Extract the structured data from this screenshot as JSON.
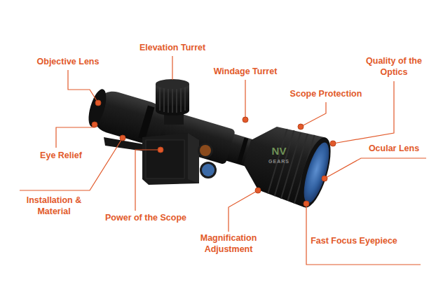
{
  "diagram": {
    "labels": [
      "Elevation Turret",
      "Objective Lens",
      "Quality of the Optics",
      "Windage Turret",
      "Scope Protection",
      "Eye Relief",
      "Ocular Lens",
      "NV",
      "GEARS",
      "Installation & Material",
      "Power of the Scope",
      "Magnification Adjustment",
      "Fast Focus Eyepiece"
    ]
  }
}
